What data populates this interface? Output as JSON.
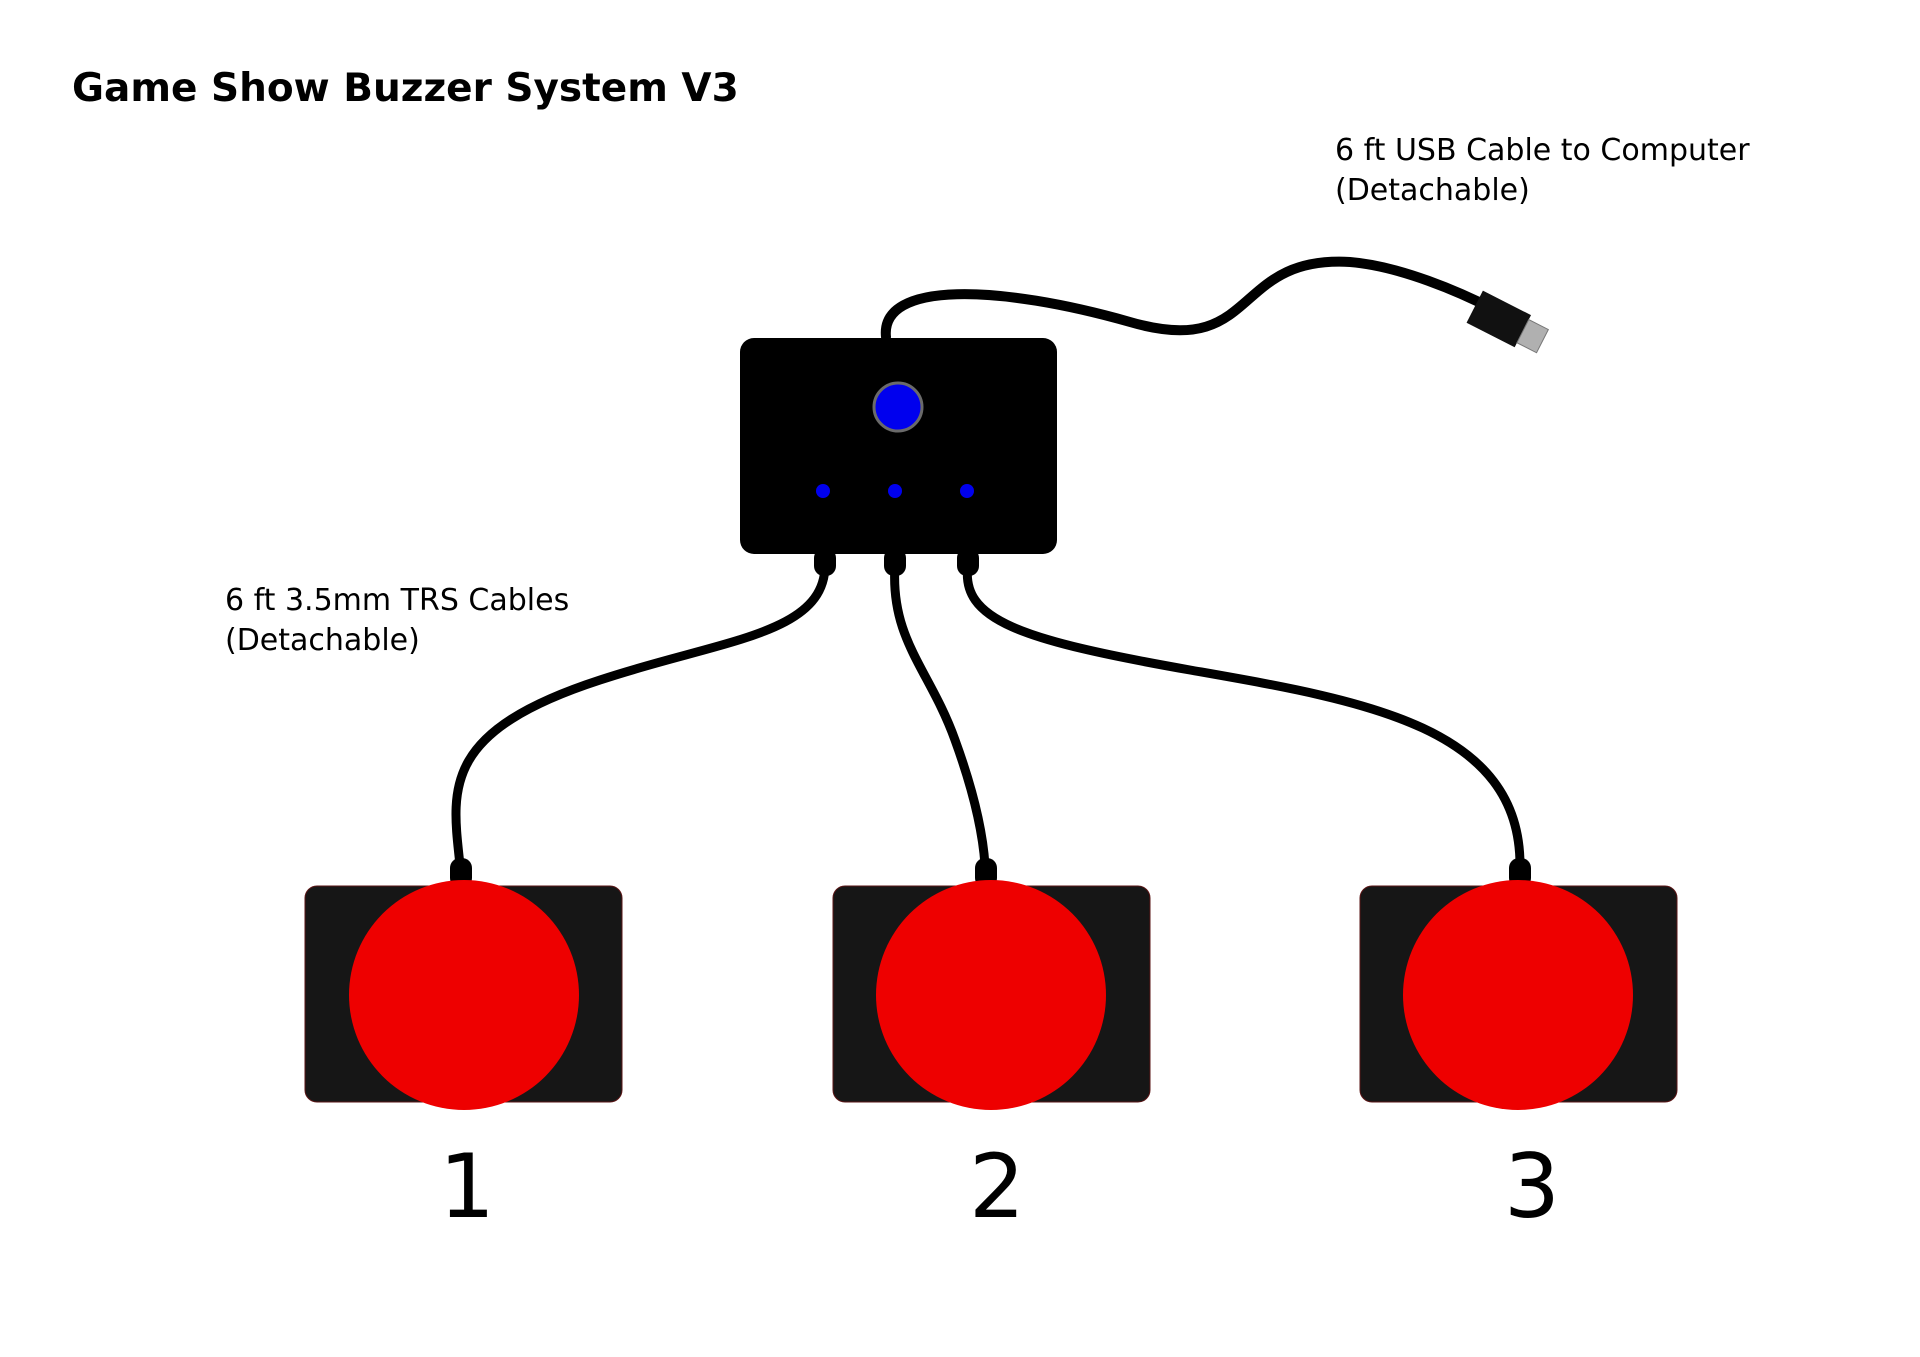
{
  "title": "Game Show Buzzer System V3",
  "usb_cable": {
    "line1": "6 ft USB Cable to Computer",
    "line2": "(Detachable)"
  },
  "trs_cables": {
    "line1": "6 ft 3.5mm TRS Cables",
    "line2": "(Detachable)"
  },
  "buzzers": [
    {
      "number": "1"
    },
    {
      "number": "2"
    },
    {
      "number": "3"
    }
  ],
  "colors": {
    "hub_body": "#000000",
    "hub_button": "#0000ee",
    "hub_led": "#0000ee",
    "buzzer_base": "#161616",
    "buzzer_button": "#ee0000",
    "cable": "#000000",
    "usb_plug_body": "#111111",
    "usb_plug_tip": "#b0b0b0"
  }
}
